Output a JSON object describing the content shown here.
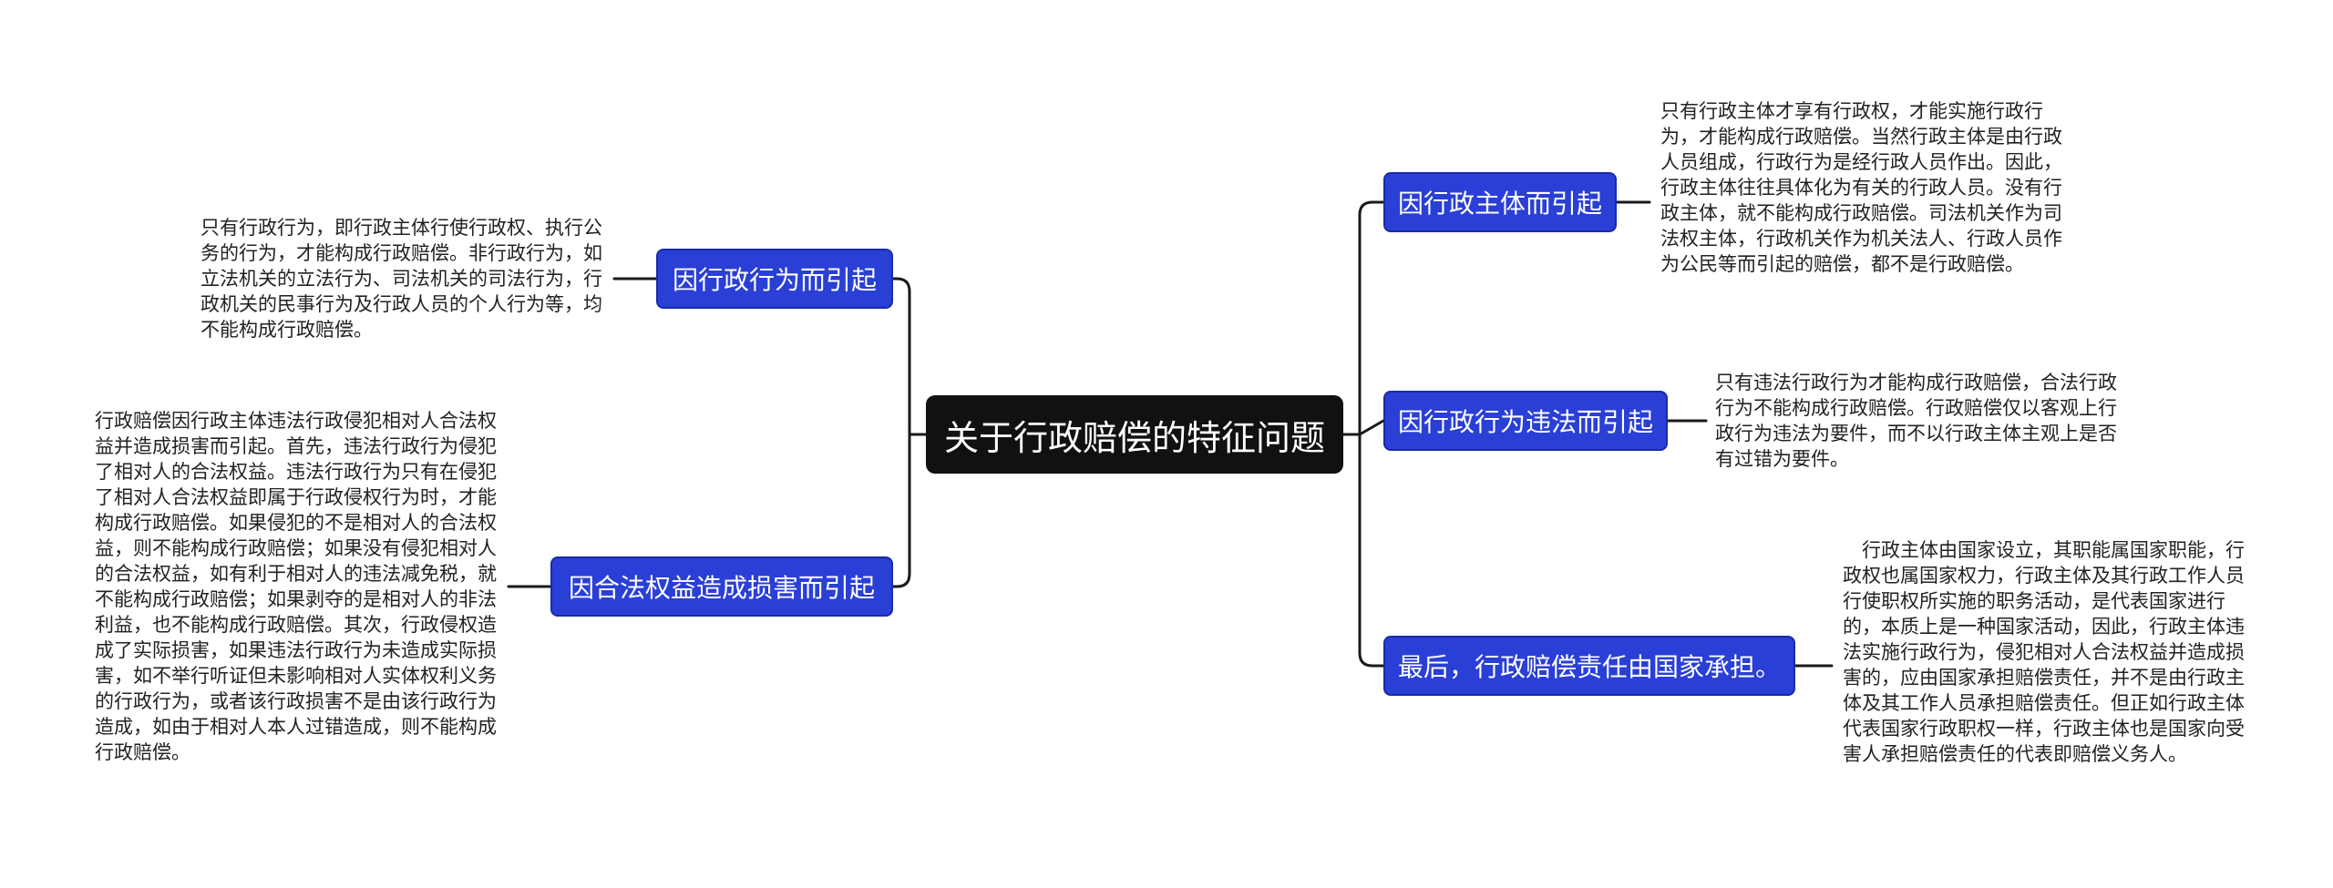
{
  "root": {
    "title": "关于行政赔偿的特征问题"
  },
  "branches": {
    "left_top": {
      "label": "因行政行为而引起",
      "note": "只有行政行为，即行政主体行使行政权、执行公务的行为，才能构成行政赔偿。非行政行为，如立法机关的立法行为、司法机关的司法行为，行政机关的民事行为及行政人员的个人行为等，均不能构成行政赔偿。"
    },
    "left_bottom": {
      "label": "因合法权益造成损害而引起",
      "note": "行政赔偿因行政主体违法行政侵犯相对人合法权益并造成损害而引起。首先，违法行政行为侵犯了相对人的合法权益。违法行政行为只有在侵犯了相对人合法权益即属于行政侵权行为时，才能构成行政赔偿。如果侵犯的不是相对人的合法权益，则不能构成行政赔偿；如果没有侵犯相对人的合法权益，如有利于相对人的违法减免税，就不能构成行政赔偿；如果剥夺的是相对人的非法利益，也不能构成行政赔偿。其次，行政侵权造成了实际损害，如果违法行政行为未造成实际损害，如不举行听证但未影响相对人实体权利义务的行政行为，或者该行政损害不是由该行政行为造成，如由于相对人本人过错造成，则不能构成行政赔偿。"
    },
    "right_1": {
      "label": "因行政主体而引起",
      "note": "只有行政主体才享有行政权，才能实施行政行为，才能构成行政赔偿。当然行政主体是由行政人员组成，行政行为是经行政人员作出。因此，行政主体往往具体化为有关的行政人员。没有行政主体，就不能构成行政赔偿。司法机关作为司法权主体，行政机关作为机关法人、行政人员作为公民等而引起的赔偿，都不是行政赔偿。"
    },
    "right_2": {
      "label": "因行政行为违法而引起",
      "note": "只有违法行政行为才能构成行政赔偿，合法行政行为不能构成行政赔偿。行政赔偿仅以客观上行政行为违法为要件，而不以行政主体主观上是否有过错为要件。"
    },
    "right_3": {
      "label": "最后，行政赔偿责任由国家承担。",
      "note": "　行政主体由国家设立，其职能属国家职能，行政权也属国家权力，行政主体及其行政工作人员行使职权所实施的职务活动，是代表国家进行的，本质上是一种国家活动，因此，行政主体违法实施行政行为，侵犯相对人合法权益并造成损害的，应由国家承担赔偿责任，并不是由行政主体及其工作人员承担赔偿责任。但正如行政主体代表国家行政职权一样，行政主体也是国家向受害人承担赔偿责任的代表即赔偿义务人。"
    }
  },
  "colors": {
    "root_fill": "#111111",
    "branch_fill": "#2a3fd6",
    "branch_border": "#1a2aa8",
    "connector": "#1a1a1a",
    "note_text": "#222222"
  }
}
